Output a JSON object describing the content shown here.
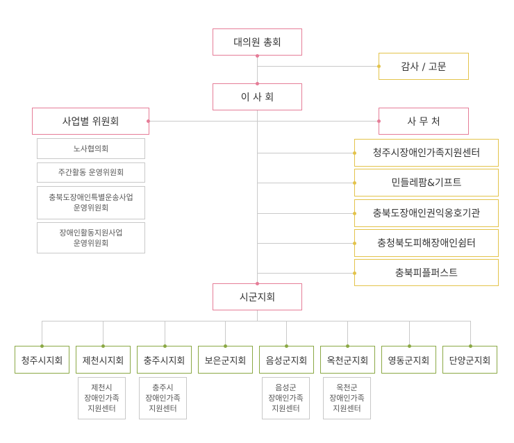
{
  "colors": {
    "main_border": "#e57c97",
    "side_border": "#e3c34a",
    "branch_border": "#8aa844",
    "sub_border": "#c8c8c8",
    "line": "#c9c9c9"
  },
  "top": {
    "assembly": "대의원 총회",
    "audit": "감사 / 고문",
    "board": "이 사 회",
    "committee": "사업별 위원회",
    "secretariat": "사 무 처",
    "branch_hq": "시군지회"
  },
  "committees": [
    "노사협의회",
    "주간활동 운영위원회",
    "충북도장애인특별운송사업\n운영위원회",
    "장애인활동지원사업\n운영위원회"
  ],
  "affiliates": [
    "청주시장애인가족지원센터",
    "민들레팜&기프트",
    "충북도장애인권익옹호기관",
    "충청북도피해장애인쉼터",
    "충북피플퍼스트"
  ],
  "branches": [
    "청주시지회",
    "제천시지회",
    "충주시지회",
    "보은군지회",
    "음성군지회",
    "옥천군지회",
    "영동군지회",
    "단양군지회"
  ],
  "branch_centers": [
    "제천시\n장애인가족\n지원센터",
    "충주시\n장애인가족\n지원센터",
    "음성군\n장애인가족\n지원센터",
    "옥천군\n장애인가족\n지원센터"
  ]
}
